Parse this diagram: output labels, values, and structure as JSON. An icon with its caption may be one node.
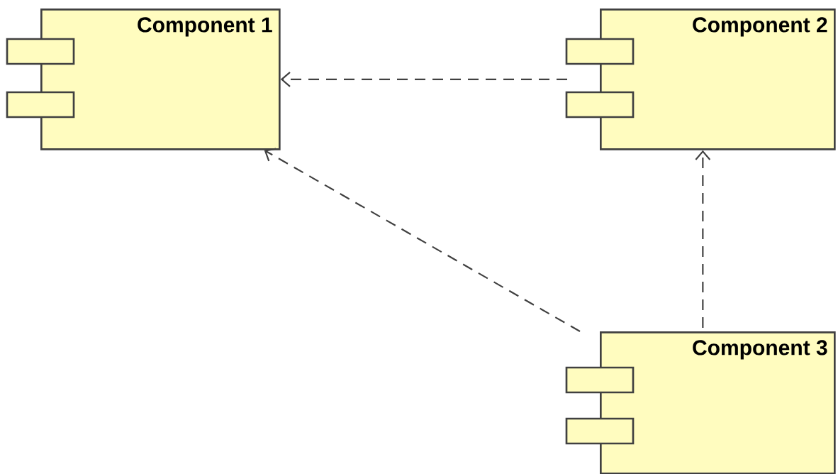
{
  "diagram": {
    "nodes": [
      {
        "text": [
          "Component 1"
        ]
      },
      {
        "text": [
          "Component 2"
        ]
      },
      {
        "text": [
          "Component 3"
        ]
      }
    ],
    "edges": [
      {
        "from": 1,
        "to": 0,
        "arrow": "to",
        "style": "dashed"
      },
      {
        "from": 2,
        "to": 0,
        "arrow": "to",
        "style": "dashed"
      },
      {
        "from": 2,
        "to": 1,
        "arrow": "to",
        "style": "dashed"
      }
    ]
  }
}
